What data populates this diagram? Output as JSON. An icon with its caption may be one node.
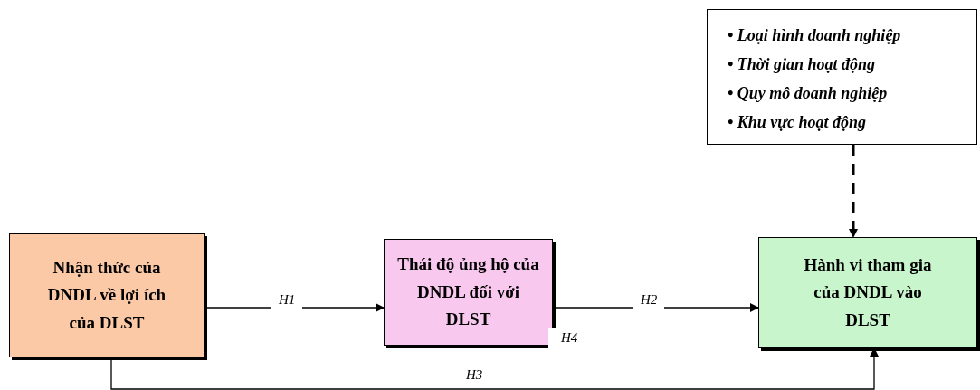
{
  "diagram": {
    "nodes": [
      {
        "text": [
          "• Loại hình doanh nghiệp",
          "• Thời gian hoạt động",
          "• Quy mô doanh nghiệp",
          "• Khu vực hoạt động"
        ]
      },
      {
        "text": [
          "Nhận thức của DNDL về lợi ích của DLST"
        ]
      },
      {
        "text": [
          "Thái độ ủng hộ của DNDL đối với DLST"
        ]
      },
      {
        "text": [
          "Hành vi tham gia của DNDL vào DLST"
        ]
      }
    ],
    "edges": [
      {
        "from": 1,
        "to": 2,
        "arrow": "to",
        "label": "H1"
      },
      {
        "from": 2,
        "to": 3,
        "arrow": "to",
        "label": "H2"
      },
      {
        "from": 1,
        "to": 3,
        "arrow": "to",
        "label": "H3"
      },
      {
        "from": 0,
        "to": 3,
        "arrow": "to",
        "style": "dashed"
      }
    ],
    "labels": [
      "H4"
    ]
  }
}
